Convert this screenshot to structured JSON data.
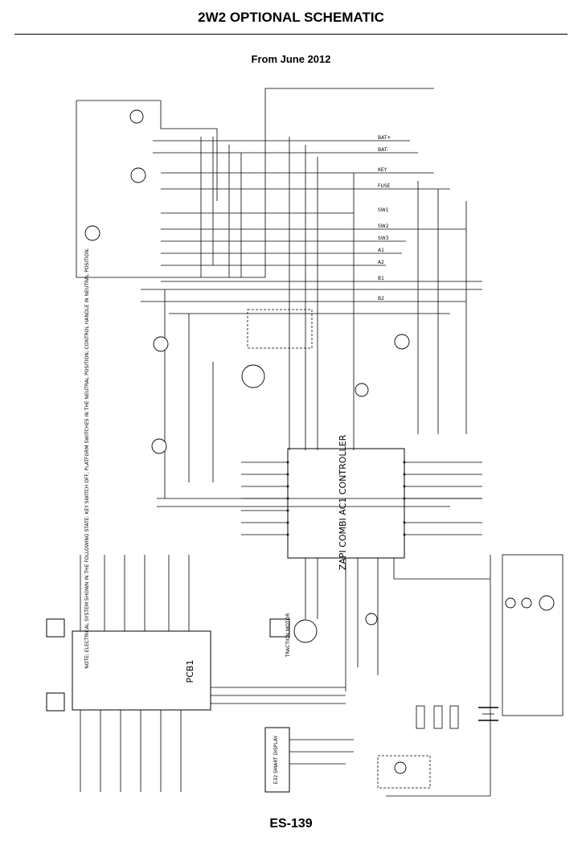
{
  "header": {
    "title": "2W2 OPTIONAL SCHEMATIC",
    "subtitle": "From June 2012"
  },
  "footer": {
    "page_number": "ES-139"
  },
  "schematic": {
    "controller_label": "ZAPI COMBI AC1 CONTROLLER",
    "pcb_label": "PCB1",
    "display_label": "E32 SMART DISPLAY",
    "traction_motor_label": "TRACTION MOTOR",
    "note_text": "NOTE: ELECTRICAL SYSTEM SHOWN IN THE FOLLOWING STATE: KEY SWITCH OFF, PLATFORM SWITCHES IN THE NEUTRAL POSITION, CONTROL HANDLE IN NEUTRAL POSITION.",
    "wire_labels": [
      "BAT+",
      "BAT-",
      "KEY",
      "FUSE",
      "SW1",
      "SW2",
      "SW3",
      "A1",
      "A2",
      "B1",
      "B2"
    ]
  }
}
